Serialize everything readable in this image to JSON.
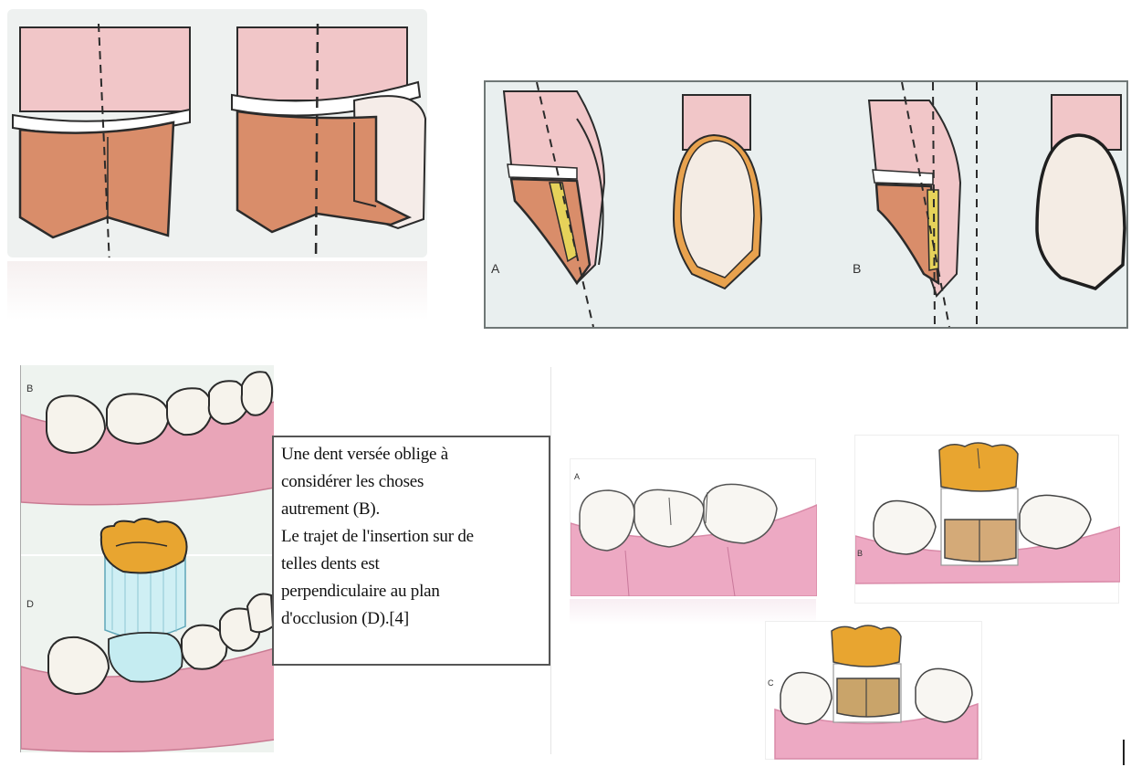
{
  "labels": {
    "fig2_a": "A",
    "fig2_b": "B",
    "fig3_b": "B",
    "fig3_d": "D",
    "fig4_a": "A",
    "fig5_b": "B",
    "fig6_c": "C"
  },
  "caption": {
    "line1": "Une dent versée oblige à",
    "line2": "considérer les choses",
    "line3": "autrement (B).",
    "line4": "Le trajet de l'insertion sur de",
    "line5": "telles dents est",
    "line6": "perpendiculaire au plan",
    "line7": "d'occlusion (D).[4]"
  },
  "colors": {
    "gum": "#f3c7cf",
    "gum_dark": "#e48aa6",
    "prep": "#d98d6a",
    "gold": "#e8a530",
    "tooth": "#f6f3ec",
    "outline": "#2b2b2b"
  }
}
